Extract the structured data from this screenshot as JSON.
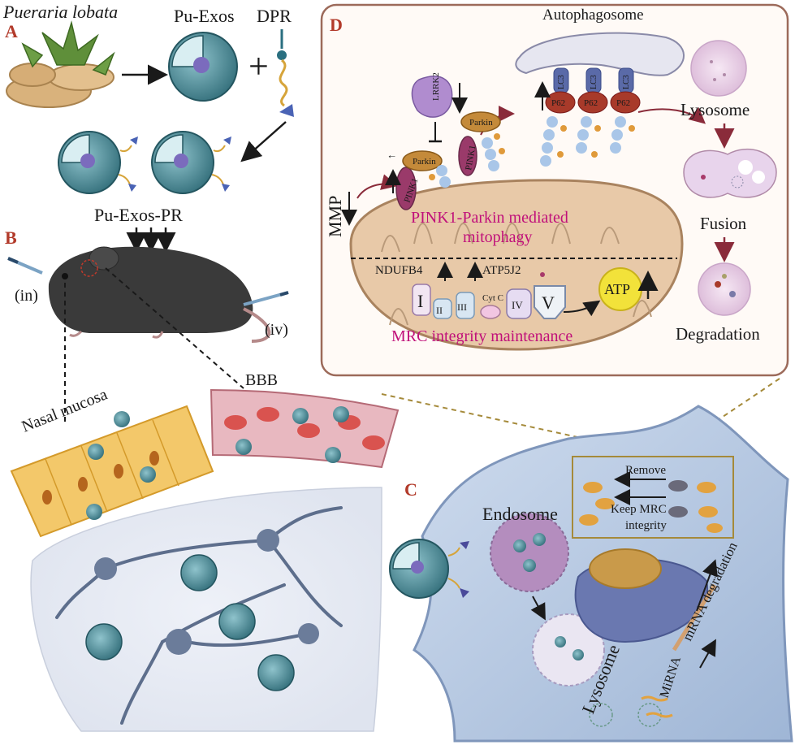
{
  "panels": {
    "a": "A",
    "b": "B",
    "c": "C",
    "d": "D"
  },
  "panel_a": {
    "plant": "Pueraria lobata",
    "exos": "Pu-Exos",
    "drug": "DPR",
    "plus": "+",
    "product": "Pu-Exos-PR"
  },
  "panel_b": {
    "route_in": "(in)",
    "route_iv": "(iv)",
    "nasal": "Nasal mucosa",
    "bbb": "BBB"
  },
  "panel_c": {
    "endosome": "Endosome",
    "lysosome": "Lysosome",
    "mirna": "MiRNA",
    "mrna_degradation": "mRNA degradation",
    "remove": "Remove",
    "keep_mrc": "Keep MRC",
    "integrity": "integrity"
  },
  "panel_d": {
    "autophagosome": "Autophagosome",
    "lysosome": "Lysosome",
    "fusion": "Fusion",
    "degradation": "Degradation",
    "mmp": "MMP",
    "lrrk2": "LRRK2",
    "pink1": "PINK1",
    "parkin": "Parkin",
    "p62": "P62",
    "lc3": "LC3",
    "mitophagy_line1": "PINK1-Parkin mediated",
    "mitophagy_line2": "mitophagy",
    "ndufb4": "NDUFB4",
    "atp5j2": "ATP5J2",
    "complex_1": "I",
    "complex_2": "II",
    "complex_3": "III",
    "cytc": "Cyt C",
    "complex_4": "IV",
    "complex_5": "V",
    "atp": "ATP",
    "mrc_integrity": "MRC integrity maintenance"
  },
  "colors": {
    "panel_letter": "#b23a2a",
    "magenta_text": "#c0107a",
    "panel_d_border": "#9c6a5a",
    "mito_fill": "#e8c9a8",
    "cell_fill": "#b9cde6",
    "exosome": "#4f8a96"
  }
}
